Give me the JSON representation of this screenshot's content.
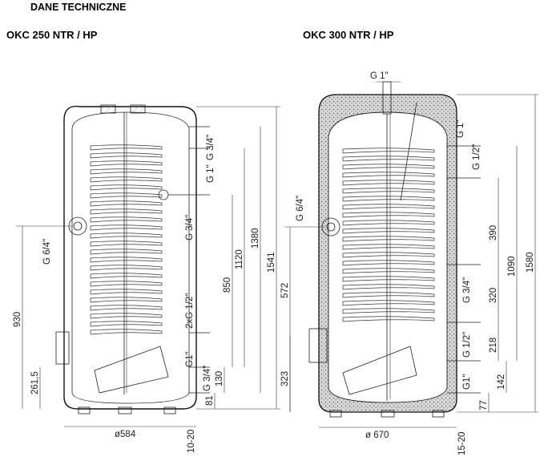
{
  "header": {
    "title": "DANE TECHNICZNE",
    "model_left": "OKC 250 NTR / HP",
    "model_right": "OKC 300 NTR / HP"
  },
  "left_labels": {
    "g34_top": "G 3/4\"",
    "g1": "G 1\"",
    "g34_mid": "G 3/4\"",
    "g64": "G 6/4\"",
    "g2x12": "2xG 1/2\"",
    "g1_low": "G1\"",
    "g34_low": "G 3/4\"",
    "d1541": "1541",
    "d1380": "1380",
    "d1120": "1120",
    "d850": "850",
    "d930": "930",
    "d2615": "261,5",
    "d130": "130",
    "d81": "81",
    "d584": "ø584",
    "d1020": "10-20"
  },
  "right_labels": {
    "g1top": "G 1\"",
    "g1_right": "G 1\"",
    "g12": "G 1/2\"",
    "g64": "G 6/4\"",
    "g34": "G 3/4\"",
    "g12_low": "G 1/2\"",
    "g1_low": "G1\"",
    "d1580": "1580",
    "d1090": "1090",
    "d390": "390",
    "d320": "320",
    "d218": "218",
    "d142": "142",
    "d77": "77",
    "d572": "572",
    "d323": "323",
    "d670": "ø 670",
    "d1520": "15-20"
  }
}
